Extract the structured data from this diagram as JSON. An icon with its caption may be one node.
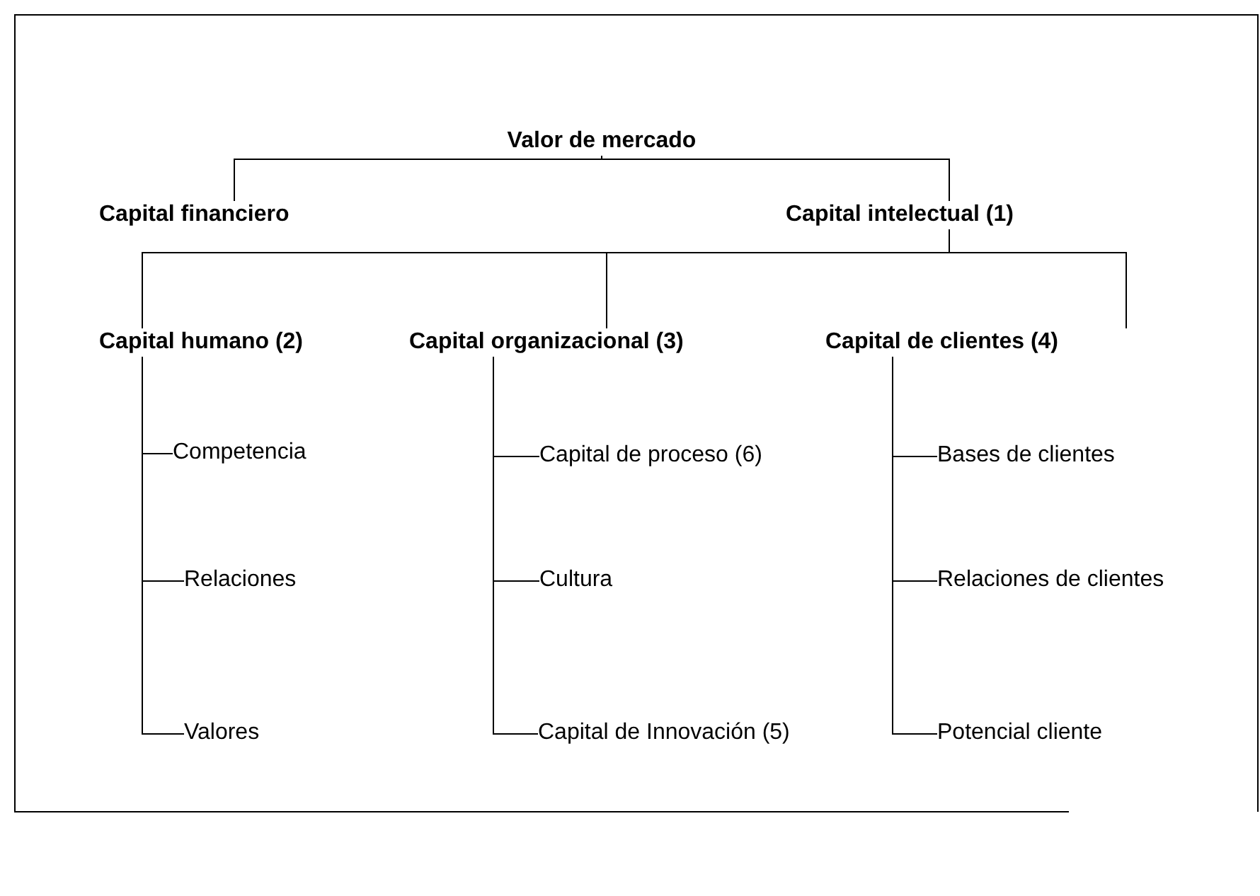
{
  "diagram": {
    "nodes": [
      {
        "text": [
          "Valor de mercado"
        ]
      },
      {
        "text": [
          "Capital financiero"
        ]
      },
      {
        "text": [
          "Capital intelectual (1)"
        ]
      },
      {
        "text": [
          "Capital humano (2)"
        ]
      },
      {
        "text": [
          "Capital organizacional (3)"
        ]
      },
      {
        "text": [
          "Capital de clientes (4)"
        ]
      },
      {
        "text": [
          "Competencia"
        ]
      },
      {
        "text": [
          "Relaciones"
        ]
      },
      {
        "text": [
          "Valores"
        ]
      },
      {
        "text": [
          "Capital de proceso (6)"
        ]
      },
      {
        "text": [
          "Cultura"
        ]
      },
      {
        "text": [
          "Capital de Innovación (5)"
        ]
      },
      {
        "text": [
          "Bases de clientes"
        ]
      },
      {
        "text": [
          "Relaciones de clientes"
        ]
      },
      {
        "text": [
          "Potencial cliente"
        ]
      }
    ],
    "edges": [
      {
        "from": 0,
        "to": 1,
        "arrow": "none"
      },
      {
        "from": 0,
        "to": 2,
        "arrow": "none"
      },
      {
        "from": 2,
        "to": 3,
        "arrow": "none"
      },
      {
        "from": 2,
        "to": 4,
        "arrow": "none"
      },
      {
        "from": 2,
        "to": 5,
        "arrow": "none"
      },
      {
        "from": 3,
        "to": 6,
        "arrow": "none"
      },
      {
        "from": 3,
        "to": 7,
        "arrow": "none"
      },
      {
        "from": 3,
        "to": 8,
        "arrow": "none"
      },
      {
        "from": 4,
        "to": 9,
        "arrow": "none"
      },
      {
        "from": 4,
        "to": 10,
        "arrow": "none"
      },
      {
        "from": 4,
        "to": 11,
        "arrow": "none"
      },
      {
        "from": 5,
        "to": 12,
        "arrow": "none"
      },
      {
        "from": 5,
        "to": 13,
        "arrow": "none"
      },
      {
        "from": 5,
        "to": 14,
        "arrow": "none"
      }
    ]
  }
}
